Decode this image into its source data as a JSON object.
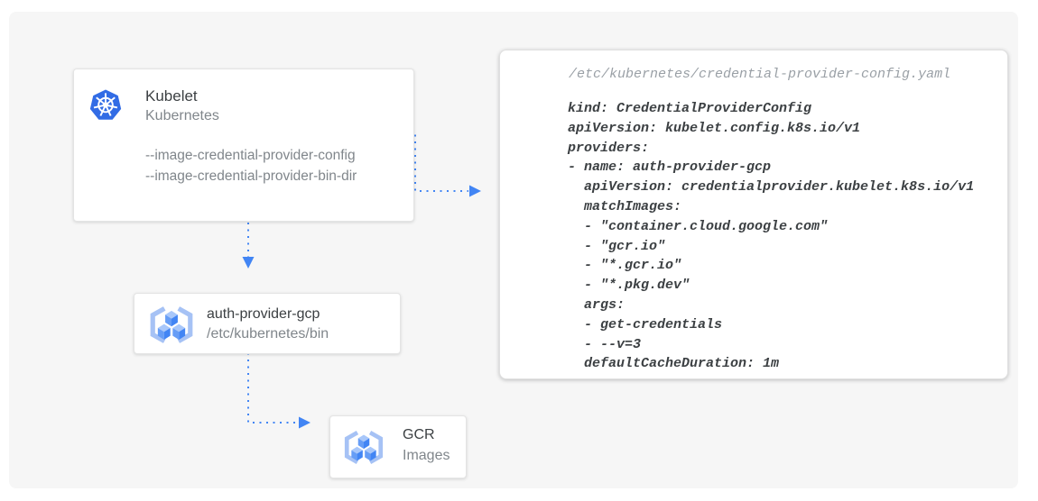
{
  "colors": {
    "arrow": "#4285f4",
    "kubernetes_blue": "#326ce5",
    "registry_bracket": "#a6c2f5",
    "cube_top": "#a8c7fa",
    "cube_left": "#669df6",
    "cube_right": "#4285f4",
    "canvas_background": "#f6f6f6"
  },
  "nodes": {
    "kubelet": {
      "title": "Kubelet",
      "subtitle": "Kubernetes",
      "icon": "kubernetes-icon",
      "flags": {
        "config": "--image-credential-provider-config",
        "bin_dir": "--image-credential-provider-bin-dir"
      }
    },
    "auth_provider": {
      "title": "auth-provider-gcp",
      "subtitle": "/etc/kubernetes/bin",
      "icon": "container-registry-icon"
    },
    "gcr": {
      "title": "GCR",
      "subtitle": "Images",
      "icon": "container-registry-icon"
    }
  },
  "config_file": {
    "filename": "/etc/kubernetes/credential-provider-config.yaml",
    "yaml": "kind: CredentialProviderConfig\napiVersion: kubelet.config.k8s.io/v1\nproviders:\n- name: auth-provider-gcp\n  apiVersion: credentialprovider.kubelet.k8s.io/v1\n  matchImages:\n  - \"container.cloud.google.com\"\n  - \"gcr.io\"\n  - \"*.gcr.io\"\n  - \"*.pkg.dev\"\n  args:\n  - get-credentials\n  - --v=3\n  defaultCacheDuration: 1m"
  }
}
